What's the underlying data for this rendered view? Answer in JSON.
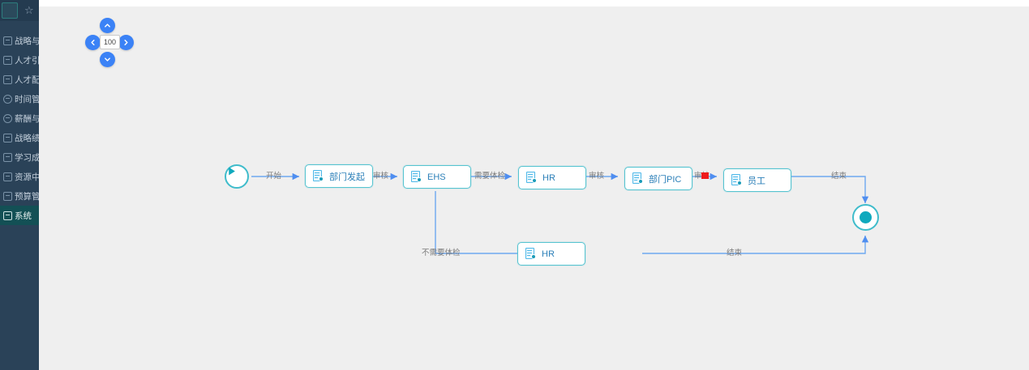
{
  "sidebar": {
    "top": {
      "star_icon": "star-icon",
      "panel_icon": "panel-icon"
    },
    "items": [
      {
        "label": "战略与组织",
        "icon": "strategy-icon",
        "active": false
      },
      {
        "label": "人才引进",
        "icon": "person-add-icon",
        "active": false
      },
      {
        "label": "人才配置",
        "icon": "person-config-icon",
        "active": false
      },
      {
        "label": "时间管理",
        "icon": "clock-icon",
        "active": false
      },
      {
        "label": "薪酬与激励",
        "icon": "money-icon",
        "active": false
      },
      {
        "label": "战略绩效",
        "icon": "chart-icon",
        "active": false
      },
      {
        "label": "学习成长",
        "icon": "book-icon",
        "active": false
      },
      {
        "label": "资源中心",
        "icon": "resource-icon",
        "active": false
      },
      {
        "label": "预算管理",
        "icon": "budget-icon",
        "active": false
      },
      {
        "label": "系统",
        "icon": "system-icon",
        "active": true
      }
    ]
  },
  "zoom_control": {
    "value": "100",
    "up_icon": "chevron-up-icon",
    "down_icon": "chevron-down-icon",
    "left_icon": "chevron-left-icon",
    "right_icon": "chevron-right-icon"
  },
  "flow": {
    "start_node": {
      "name": "start-node",
      "icon": "play-icon"
    },
    "end_node": {
      "name": "end-node",
      "icon": "filled-circle-icon"
    },
    "nodes": [
      {
        "id": "n1",
        "label": "部门发起"
      },
      {
        "id": "n2",
        "label": "EHS"
      },
      {
        "id": "n3",
        "label": "HR"
      },
      {
        "id": "n4",
        "label": "部门PIC"
      },
      {
        "id": "n5",
        "label": "员工"
      },
      {
        "id": "n6",
        "label": "HR"
      }
    ],
    "edge_labels": [
      {
        "id": "e1",
        "label": "开始"
      },
      {
        "id": "e2",
        "label": "审核"
      },
      {
        "id": "e3",
        "label": "需要体检"
      },
      {
        "id": "e4",
        "label": "审核"
      },
      {
        "id": "e5",
        "label": "审核"
      },
      {
        "id": "e6",
        "label": "结束"
      },
      {
        "id": "e7",
        "label": "不需要体检"
      },
      {
        "id": "e8",
        "label": "结束"
      }
    ],
    "error_marker": {
      "name": "validation-error-marker",
      "color": "#ee1b1b"
    }
  },
  "colors": {
    "sidebar_bg": "#2a4258",
    "sidebar_active": "#135055",
    "canvas_bg": "#efefef",
    "node_border": "#56c4d0",
    "node_text": "#2b7fb8",
    "edge_line": "#6ea8f0",
    "accent_blue": "#3b82f6",
    "end_dot": "#0fa9bd"
  }
}
